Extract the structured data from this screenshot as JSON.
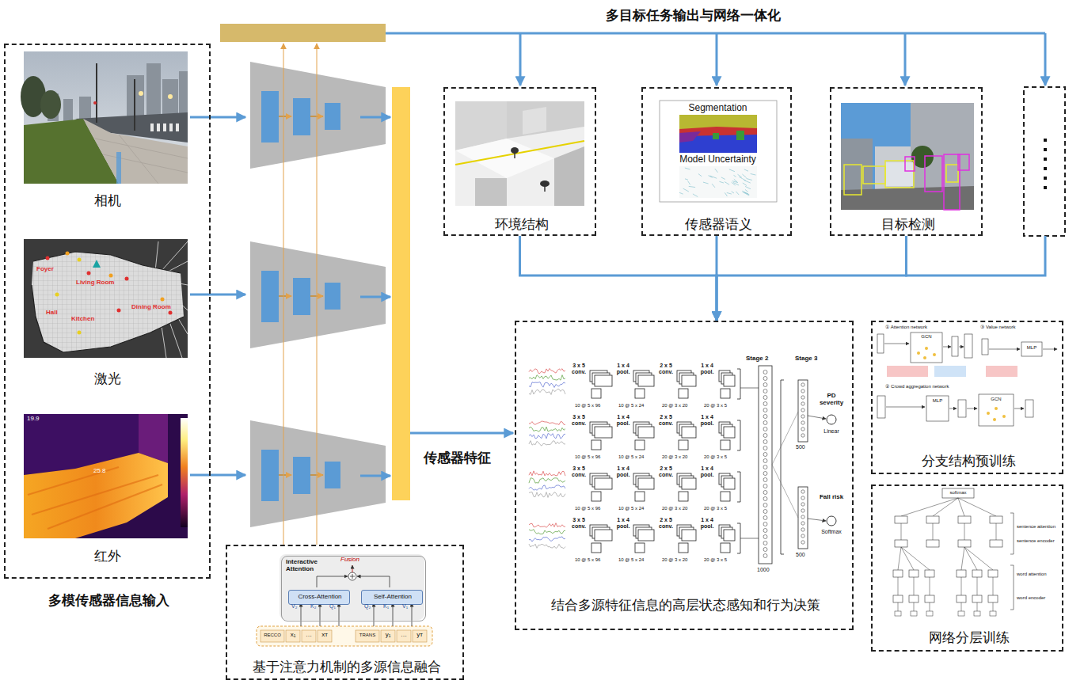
{
  "diagram": {
    "title": "多目标任务输出与网络一体化",
    "nodes": [
      {
        "text": [
          "多模传感器信息输入"
        ]
      },
      {
        "text": [
          "相机"
        ],
        "in": 0
      },
      {
        "text": [
          "激光"
        ],
        "in": 0
      },
      {
        "text": [
          "红外"
        ],
        "in": 0
      },
      {
        "text": [
          "基于注意力机制的多源信息融合"
        ]
      },
      {
        "text": [
          "Interactive Attention"
        ],
        "in": 4
      },
      {
        "text": [
          "Cross-Attention"
        ],
        "in": 5
      },
      {
        "text": [
          "Self-Attention"
        ],
        "in": 5
      },
      {
        "text": [
          "环境结构"
        ]
      },
      {
        "text": [
          "传感器语义"
        ]
      },
      {
        "text": [
          "目标检测"
        ]
      },
      {
        "text": [
          "结合多源特征信息的高层状态感知和行为决策"
        ]
      },
      {
        "text": [
          "分支结构预训练"
        ]
      },
      {
        "text": [
          "网络分层训练"
        ]
      }
    ],
    "edges": [
      {
        "from": 8,
        "to": 11,
        "arrow": "to"
      },
      {
        "from": 9,
        "to": 11,
        "arrow": "to"
      },
      {
        "from": 10,
        "to": 11,
        "arrow": "to"
      }
    ],
    "labels": [
      "传感器特征",
      "Fusion",
      "V₂",
      "K₂",
      "Q₁",
      "Q₂",
      "K₁",
      "V₁",
      "RECCO",
      "x₁",
      "…",
      "xᴛ",
      "TRANS",
      "y₁",
      "…",
      "yᴛ",
      "Segmentation",
      "Model Uncertainty",
      "3 x 5 conv.",
      "1 x 4 pool.",
      "2 x 5 conv.",
      "1 x 4 pool.",
      "10 @ 5 x 96",
      "10 @ 5 x 24",
      "20 @ 3 x 20",
      "20 @ 3 x 5",
      "3 x 5 conv.",
      "1 x 4 pool.",
      "2 x 5 conv.",
      "1 x 4 pool.",
      "10 @ 5 x 96",
      "10 @ 5 x 24",
      "20 @ 3 x 20",
      "20 @ 3 x 5",
      "3 x 5 conv.",
      "1 x 4 pool.",
      "2 x 5 conv.",
      "1 x 4 pool.",
      "10 @ 5 x 96",
      "10 @ 5 x 24",
      "20 @ 3 x 20",
      "20 @ 3 x 5",
      "3 x 5 conv.",
      "1 x 4 pool.",
      "2 x 5 conv.",
      "1 x 4 pool.",
      "10 @ 5 x 96",
      "10 @ 5 x 24",
      "20 @ 3 x 20",
      "20 @ 3 x 5",
      "Stage 2",
      "Stage 3",
      "1000",
      "500",
      "PD severity",
      "Linear",
      "500",
      "Fall risk",
      "Softmax",
      "① Attention network",
      "③ Value network",
      "② Crowd aggregation network",
      "GCN",
      "MLP",
      "MLP",
      "GCN",
      "softmax",
      "sentence attention",
      "sentence encoder",
      "word attention",
      "word encoder",
      "Foyer",
      "Living Room",
      "Kitchen",
      "Hall",
      "Dining Room",
      "19.9",
      "25.8"
    ]
  }
}
